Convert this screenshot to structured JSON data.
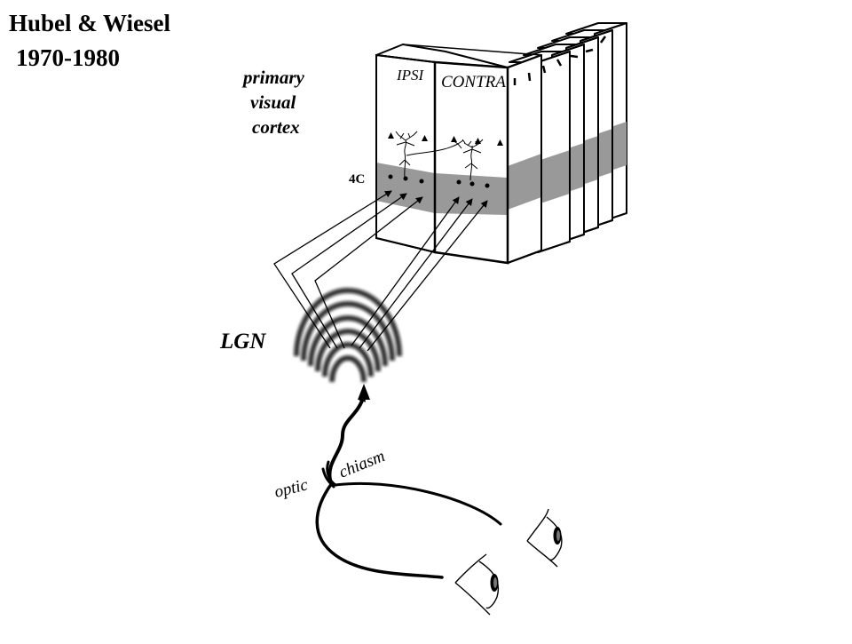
{
  "title": {
    "line1": "Hubel & Wiesel",
    "line2": "1970-1980"
  },
  "labels": {
    "cortex_line1": "primary",
    "cortex_line2": "visual",
    "cortex_line3": "cortex",
    "layer": "4C",
    "ipsi": "IPSI",
    "contra": "CONTRA",
    "lgn": "LGN",
    "optic": "optic",
    "chiasm": "chiasm"
  },
  "colors": {
    "ink": "#000000",
    "background": "#ffffff",
    "layer_band": "#999999"
  }
}
